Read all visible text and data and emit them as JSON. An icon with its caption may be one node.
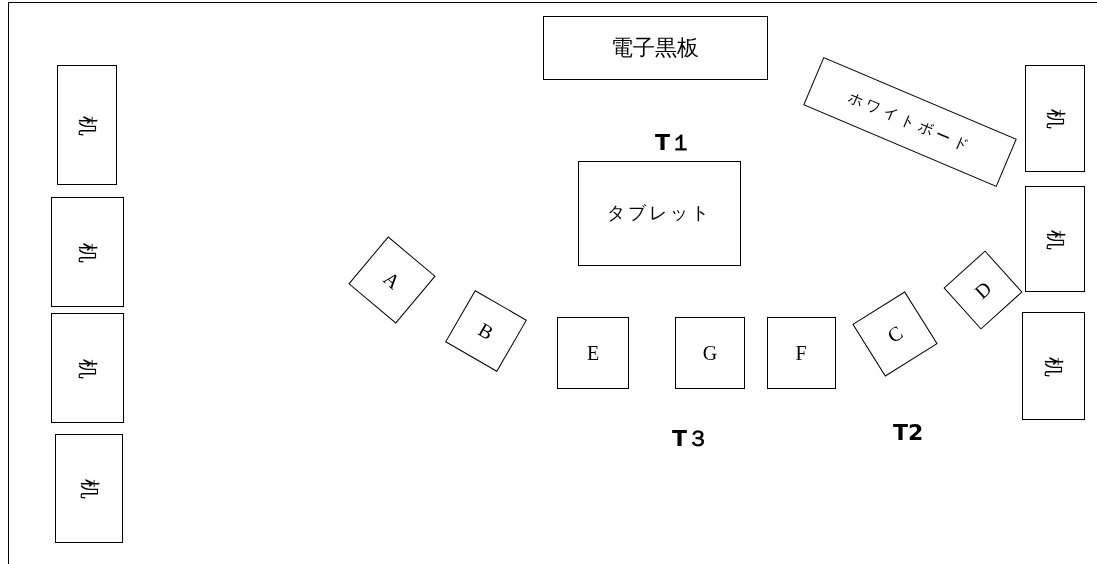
{
  "diagram": {
    "nodes": [
      {
        "text": [
          "電子黒板"
        ]
      },
      {
        "text": [
          "ホワイトボード"
        ]
      },
      {
        "text": [
          "机"
        ]
      },
      {
        "text": [
          "机"
        ]
      },
      {
        "text": [
          "机"
        ]
      },
      {
        "text": [
          "机"
        ]
      },
      {
        "text": [
          "机"
        ]
      },
      {
        "text": [
          "机"
        ]
      },
      {
        "text": [
          "机"
        ]
      },
      {
        "text": [
          "タブレット"
        ]
      },
      {
        "text": [
          "A"
        ]
      },
      {
        "text": [
          "B"
        ]
      },
      {
        "text": [
          "E"
        ]
      },
      {
        "text": [
          "G"
        ]
      },
      {
        "text": [
          "F"
        ]
      },
      {
        "text": [
          "C"
        ]
      },
      {
        "text": [
          "D"
        ]
      }
    ],
    "edges": [],
    "labels": [
      "T１",
      "T３",
      "T2"
    ]
  }
}
